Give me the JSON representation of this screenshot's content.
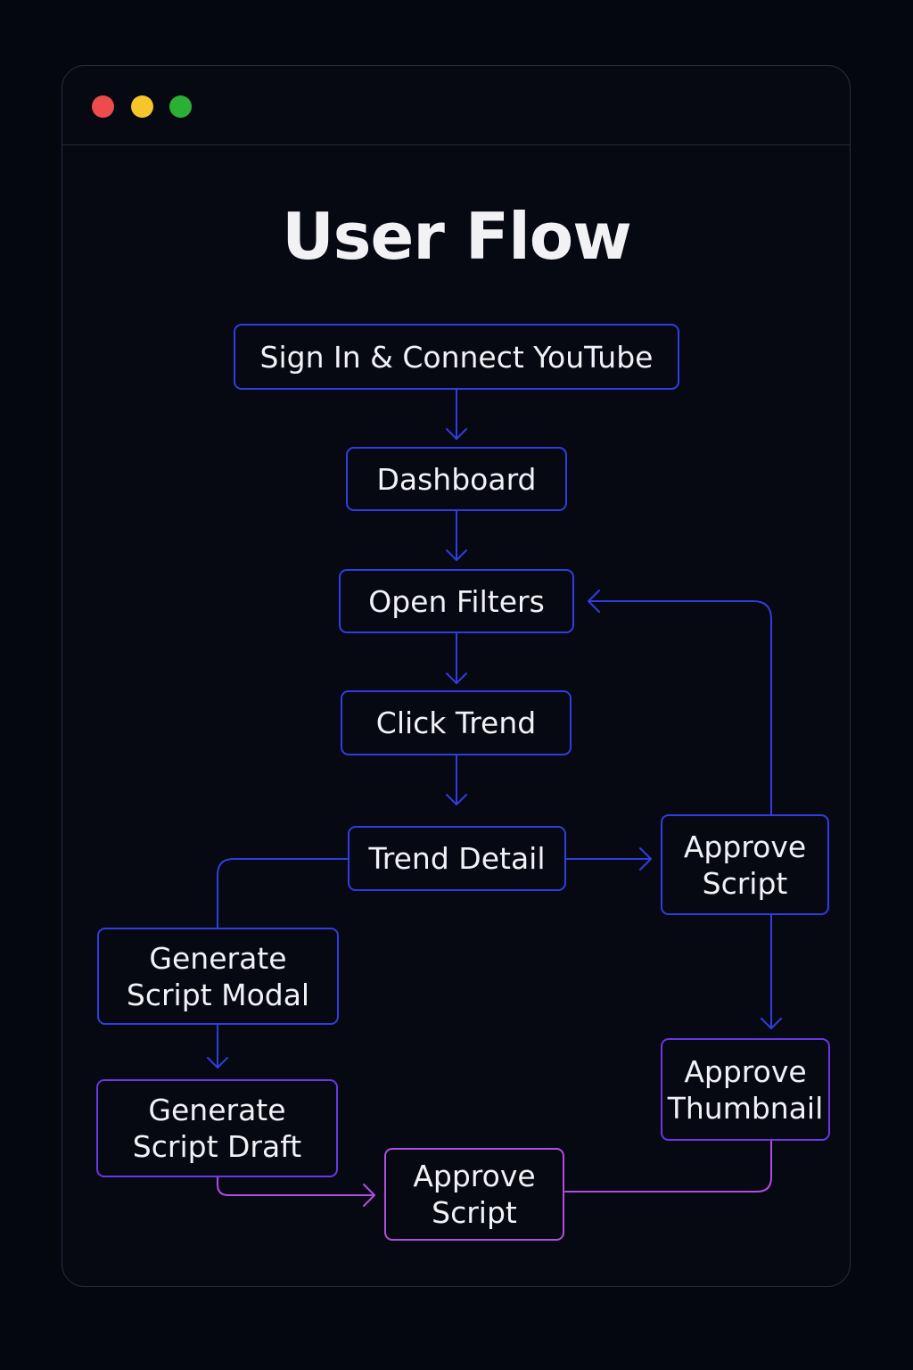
{
  "window": {
    "controls": {
      "close_color": "#ee4b4b",
      "minimize_color": "#f5c52a",
      "maximize_color": "#2bb036"
    }
  },
  "title": "User Flow",
  "colors": {
    "background": "#05070f",
    "node_border": "#2f3ee0",
    "edge": "#2f3ee0",
    "accent_purple": "#b04ee0",
    "text": "#f1f1f6"
  },
  "nodes": {
    "sign_in": "Sign In & Connect YouTube",
    "dashboard": "Dashboard",
    "open_filters": "Open Filters",
    "click_trend": "Click Trend",
    "trend_detail": "Trend Detail",
    "approve_script_right": "Approve\nScript",
    "generate_script_modal": "Generate\nScript Modal",
    "generate_script_draft": "Generate\nScript Draft",
    "approve_thumbnail": "Approve\nThumbnail",
    "approve_script_bottom": "Approve\nScript"
  },
  "edges": [
    {
      "from": "sign_in",
      "to": "dashboard"
    },
    {
      "from": "dashboard",
      "to": "open_filters"
    },
    {
      "from": "open_filters",
      "to": "click_trend"
    },
    {
      "from": "click_trend",
      "to": "trend_detail"
    },
    {
      "from": "trend_detail",
      "to": "approve_script_right"
    },
    {
      "from": "trend_detail",
      "to": "generate_script_modal"
    },
    {
      "from": "generate_script_modal",
      "to": "generate_script_draft"
    },
    {
      "from": "generate_script_draft",
      "to": "approve_script_bottom"
    },
    {
      "from": "approve_script_right",
      "to": "open_filters"
    },
    {
      "from": "approve_script_right",
      "to": "approve_thumbnail"
    },
    {
      "from": "approve_thumbnail",
      "to": "approve_script_bottom"
    }
  ]
}
